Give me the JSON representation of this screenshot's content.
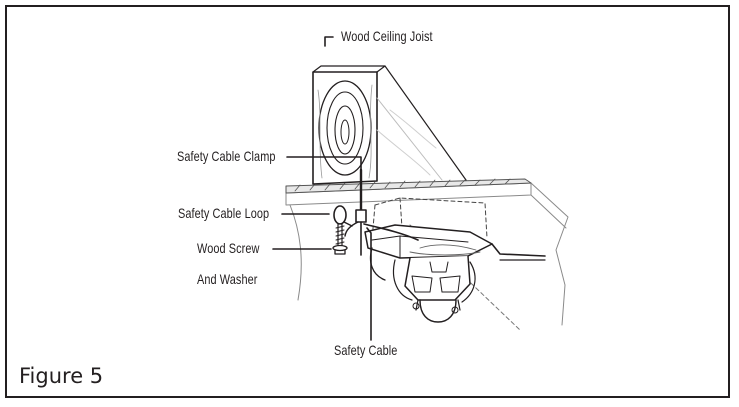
{
  "figure": {
    "caption": "Figure 5",
    "labels": {
      "joist": "Wood Ceiling Joist",
      "clamp": "Safety Cable Clamp",
      "loop": "Safety Cable Loop",
      "screw_line1": "Wood Screw",
      "screw_line2": "And Washer",
      "cable": "Safety Cable"
    }
  }
}
